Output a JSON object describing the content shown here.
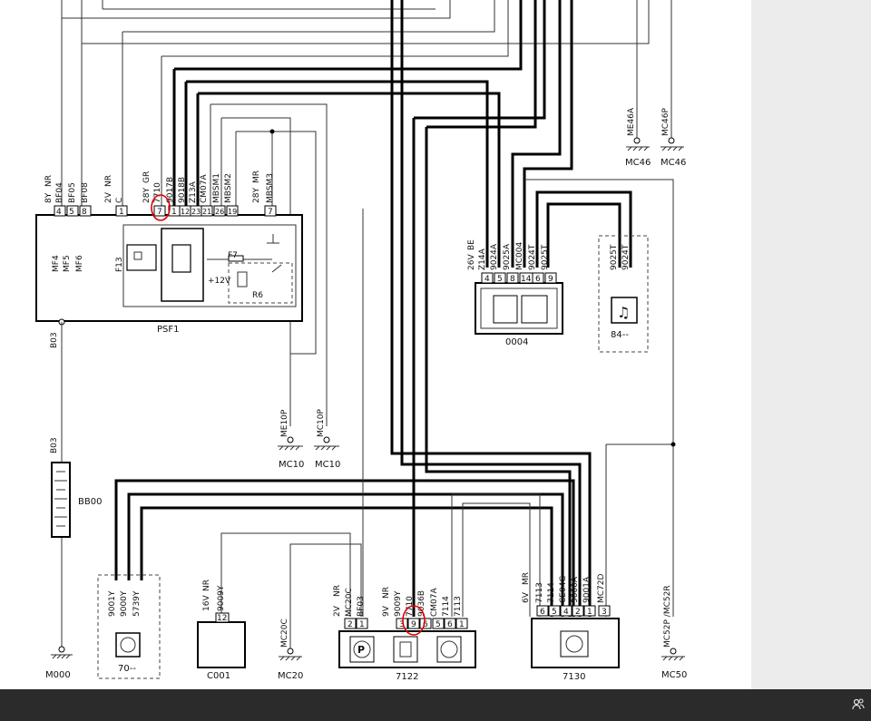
{
  "diagram": {
    "psf1": {
      "name": "PSF1",
      "inner": [
        "F13",
        "F7",
        "R6",
        "+12V"
      ],
      "pins": [
        "4",
        "5",
        "8",
        "1",
        "7",
        "1",
        "12",
        "23",
        "21",
        "26",
        "19",
        "7"
      ],
      "wires": [
        "8Y",
        "NR",
        "BF04",
        "BF05",
        "BF08",
        "2V",
        "NR",
        "C",
        "28Y",
        "GR",
        "7710",
        "9017B",
        "9018B",
        "Z13A",
        "CM07A",
        "MBSM1",
        "MBSM2",
        "28Y",
        "MR",
        "MBSM3"
      ],
      "side_labels": [
        "MF4",
        "MF5",
        "MF6"
      ]
    },
    "battery": {
      "name": "BB00",
      "wire_top": "B03",
      "wire_mid": "B03"
    },
    "ground_m000": {
      "name": "M000"
    },
    "mc10_a": {
      "wire": "ME10P",
      "name": "MC10"
    },
    "mc10_b": {
      "wire": "MC10P",
      "name": "MC10"
    },
    "mc46_a": {
      "wire": "ME46A",
      "name": "MC46"
    },
    "mc46_b": {
      "wire": "MC46P",
      "name": "MC46"
    },
    "mc20": {
      "wire": "MC20C",
      "name": "MC20"
    },
    "mc50": {
      "wire": "MC52P /MC52R",
      "name": "MC50"
    },
    "c0004": {
      "name": "0004",
      "pins": [
        "4",
        "5",
        "8",
        "14",
        "6",
        "9"
      ],
      "wires": [
        "26V",
        "BE",
        "Z14A",
        "9024A",
        "9025A",
        "MC004",
        "9024T",
        "9025T"
      ]
    },
    "c84": {
      "name": "84--",
      "wires": [
        "9025T",
        "9024T"
      ]
    },
    "c70": {
      "name": "70--",
      "wires": [
        "9001Y",
        "9000Y",
        "5739Y"
      ]
    },
    "c001": {
      "name": "C001",
      "pin": "12",
      "wires": [
        "16V",
        "NR",
        "9009Y"
      ]
    },
    "c7122": {
      "name": "7122",
      "pins": [
        "2",
        "1",
        "3",
        "9",
        "6",
        "5",
        "6",
        "1"
      ],
      "wires": [
        "2V",
        "NR",
        "MC20C",
        "BF03",
        "9V",
        "NR",
        "9009Y",
        "7710",
        "9036B",
        "CM07A",
        "7114",
        "7113"
      ]
    },
    "c7130": {
      "name": "7130",
      "pins": [
        "6",
        "5",
        "4",
        "2",
        "1",
        "3"
      ],
      "wires": [
        "6V",
        "MR",
        "7113",
        "7114",
        "CE04G",
        "9000A",
        "9001A",
        "MC72D"
      ]
    }
  }
}
